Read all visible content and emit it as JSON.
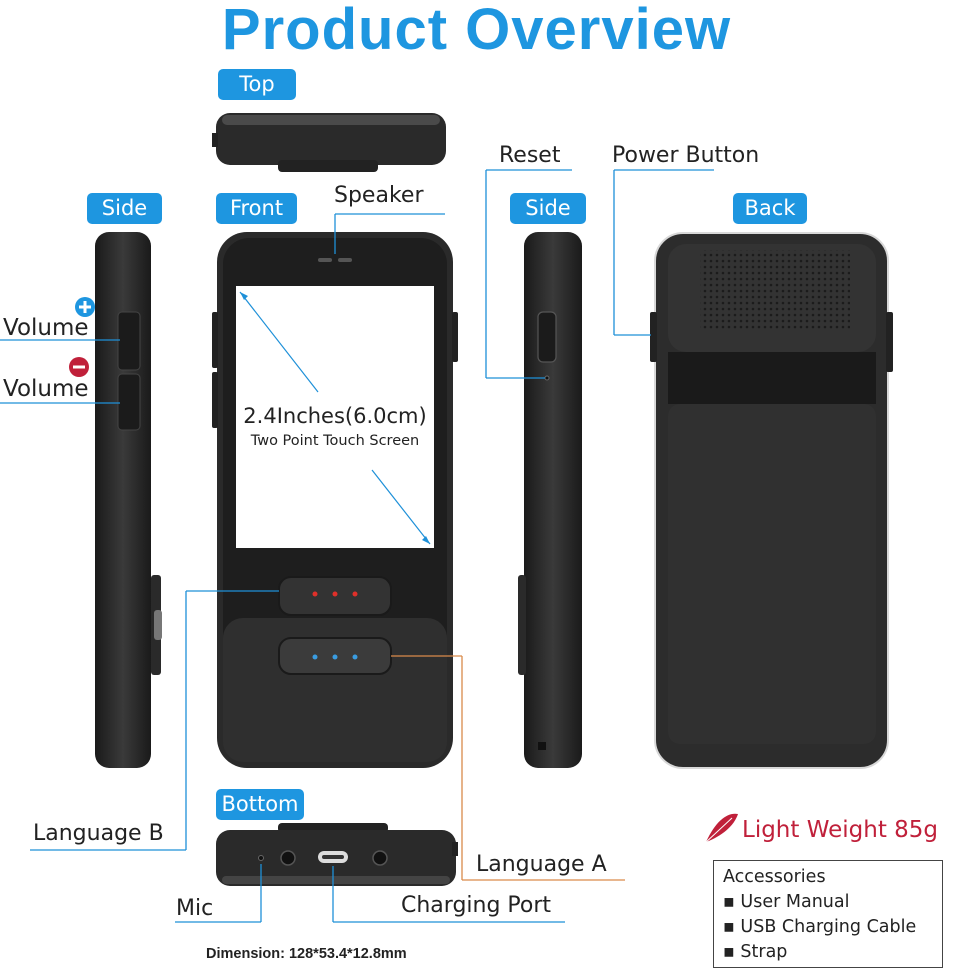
{
  "title": "Product Overview",
  "views": {
    "top": "Top",
    "side_left": "Side",
    "front": "Front",
    "side_right": "Side",
    "back": "Back",
    "bottom": "Bottom"
  },
  "callouts": {
    "speaker": "Speaker",
    "reset": "Reset",
    "power_button": "Power Button",
    "volume_up": "Volume",
    "volume_down": "Volume",
    "language_b": "Language B",
    "language_a": "Language A",
    "mic": "Mic",
    "charging_port": "Charging Port"
  },
  "screen": {
    "size": "2.4Inches(6.0cm)",
    "type": "Two Point Touch Screen"
  },
  "weight": "Light Weight 85g",
  "accessories": {
    "heading": "Accessories",
    "items": [
      "▪ User Manual",
      "▪ USB Charging Cable",
      "▪ Strap"
    ]
  },
  "dimension": "Dimension: 128*53.4*12.8mm",
  "colors": {
    "accent": "#1e96e0",
    "device": "#2b2b2b",
    "language_b_dots": "#e0302a",
    "language_a_dots": "#3a9ce0",
    "weight_icon": "#c0203a"
  }
}
